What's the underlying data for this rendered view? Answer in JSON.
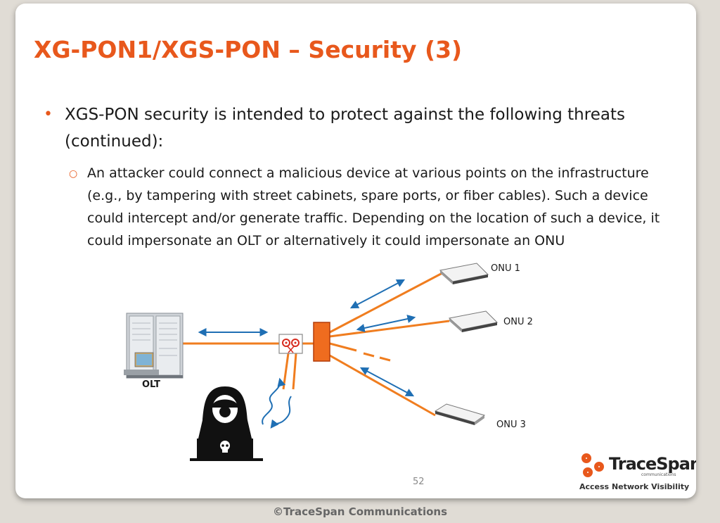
{
  "slide": {
    "title": "XG-PON1/XGS-PON – Security (3)",
    "bullet_main": "XGS-PON security is intended to protect against the following threats (continued):",
    "bullet_sub": "An attacker could connect a malicious device at various points on the infrastructure (e.g., by tampering with street cabinets, spare ports, or fiber cables). Such a device could intercept and/or generate traffic. Depending on the location of such a device, it could impersonate an OLT or alternatively it could impersonate an ONU",
    "page_number": "52"
  },
  "diagram": {
    "olt_label": "OLT",
    "onu_labels": [
      "ONU 1",
      "ONU 2",
      "ONU 3"
    ],
    "colors": {
      "fiber": "#f07d1f",
      "arrow": "#1f6fb4",
      "splitter": "#ef6c1f"
    }
  },
  "logo": {
    "name": "TraceSpan",
    "subtitle": "communications",
    "tagline": "Access Network Visibility",
    "color": "#e8581c"
  },
  "footer": {
    "copyright": "©TraceSpan Communications"
  }
}
